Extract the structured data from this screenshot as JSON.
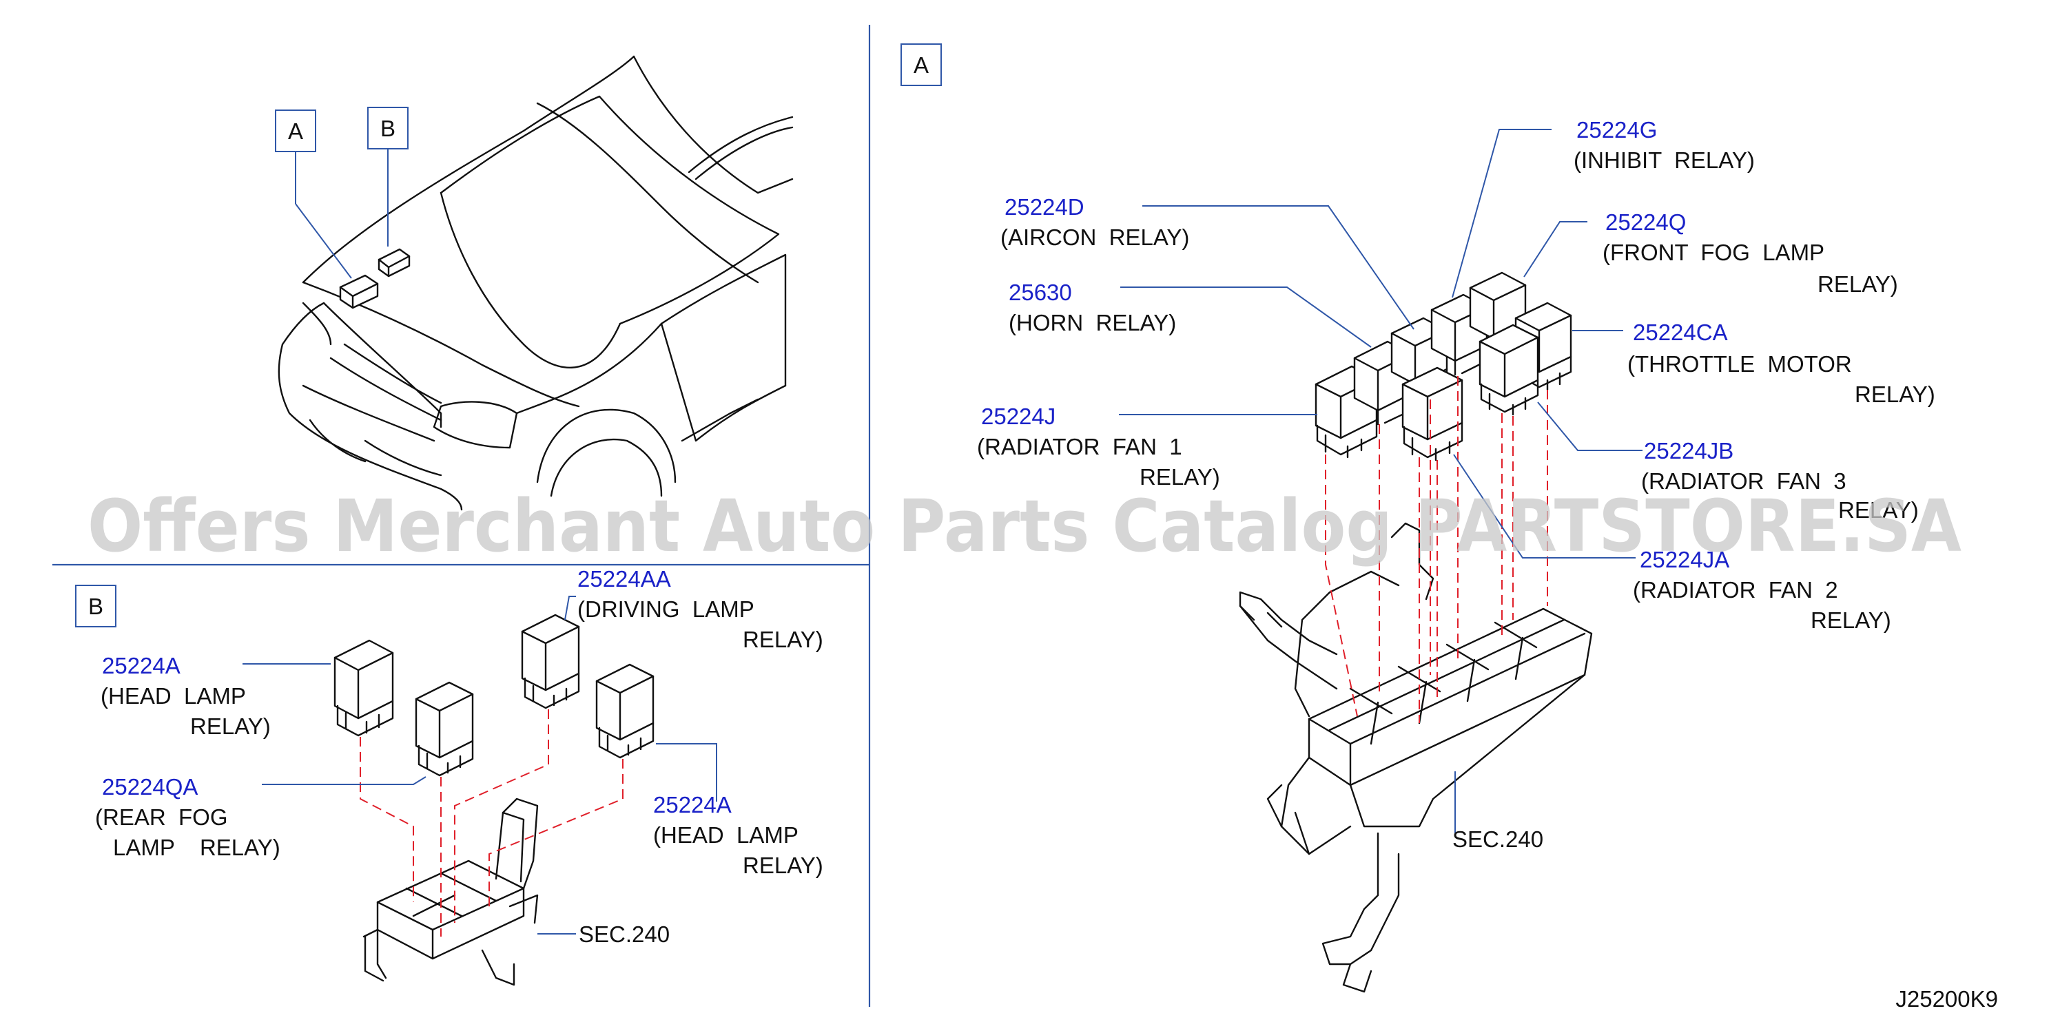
{
  "callouts": {
    "view_a": "A",
    "view_b": "B"
  },
  "panel_b": {
    "label": "B",
    "parts": [
      {
        "number": "25224A",
        "lines": [
          "(HEAD  LAMP",
          "RELAY)"
        ]
      },
      {
        "number": "25224QA",
        "lines": [
          "(REAR  FOG",
          "LAMP    RELAY)"
        ]
      },
      {
        "number": "25224AA",
        "lines": [
          "(DRIVING  LAMP",
          "RELAY)"
        ]
      },
      {
        "number": "25224A",
        "lines": [
          "(HEAD  LAMP",
          "RELAY)"
        ]
      }
    ],
    "section_ref": "SEC.240"
  },
  "panel_a": {
    "label": "A",
    "parts": [
      {
        "number": "25224G",
        "lines": [
          "(INHIBIT  RELAY)"
        ]
      },
      {
        "number": "25224D",
        "lines": [
          "(AIRCON  RELAY)"
        ]
      },
      {
        "number": "25224Q",
        "lines": [
          "(FRONT  FOG  LAMP",
          "RELAY)"
        ]
      },
      {
        "number": "25630",
        "lines": [
          "(HORN  RELAY)"
        ]
      },
      {
        "number": "25224CA",
        "lines": [
          "(THROTTLE  MOTOR",
          "RELAY)"
        ]
      },
      {
        "number": "25224J",
        "lines": [
          "(RADIATOR  FAN  1",
          "RELAY)"
        ]
      },
      {
        "number": "25224JB",
        "lines": [
          "(RADIATOR  FAN  3",
          "RELAY)"
        ]
      },
      {
        "number": "25224JA",
        "lines": [
          "(RADIATOR  FAN  2",
          "RELAY)"
        ]
      }
    ],
    "section_ref": "SEC.240"
  },
  "watermark": "Offers Merchant Auto Parts Catalog PARTSTORE.SA",
  "drawing_code": "J25200K9",
  "colors": {
    "part_number": "#1a22c8",
    "leader_line": "#2f57a8",
    "dashed_guide": "#e0202a",
    "watermark": "#c8c8c8"
  }
}
